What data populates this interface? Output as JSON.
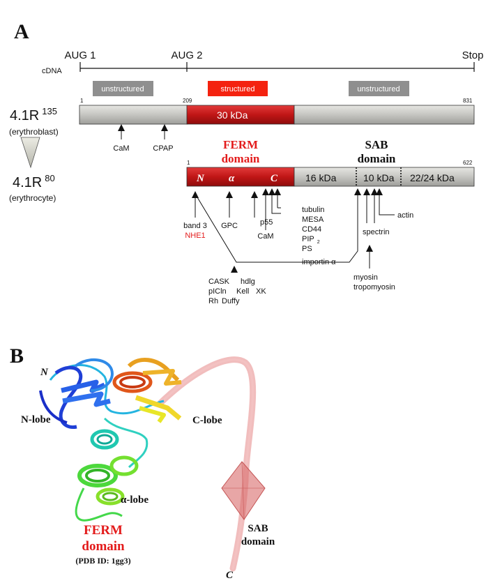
{
  "panel_a": {
    "label": "A",
    "cdna": {
      "label": "cDNA",
      "aug1": "AUG 1",
      "aug2": "AUG 2",
      "stop": "Stop"
    },
    "regions": {
      "unstructured_left": "unstructured",
      "structured": "structured",
      "unstructured_right": "unstructured"
    },
    "full_protein": {
      "name": "4.1R",
      "superscript": "135",
      "cell": "(erythroblast)",
      "start": "1",
      "split": "209",
      "end": "831",
      "core_label": "30 kDa",
      "binders": [
        "CaM",
        "CPAP"
      ]
    },
    "short_protein": {
      "name": "4.1R",
      "superscript": "80",
      "cell": "(erythrocyte)",
      "start": "1",
      "end": "622",
      "ferm_title_1": "FERM",
      "ferm_title_2": "domain",
      "sab_title_1": "SAB",
      "sab_title_2": "domain",
      "lobes": [
        "N",
        "α",
        "C"
      ],
      "segments": [
        "16 kDa",
        "10 kDa",
        "22/24 kDa"
      ]
    },
    "partners": {
      "band3": "band 3",
      "nhe1": "NHE1",
      "gpc": "GPC",
      "p55": "p55",
      "cam": "CaM",
      "tubulin_group": [
        "tubulin",
        "MESA",
        "CD44"
      ],
      "pip": "PIP",
      "pip_sub": "2",
      "ps": "PS",
      "importin": "importin α",
      "spectrin": "spectrin",
      "actin": "actin",
      "myosin": "myosin",
      "tropomyosin": "tropomyosin",
      "membrane_group": [
        "CASK",
        "hdlg",
        "pICln",
        "Kell",
        "XK",
        "Rh",
        "Duffy"
      ]
    },
    "colors": {
      "red": "#e31b1b",
      "domain_red": "#b81414",
      "grey_bar": "#c8c8c4",
      "grey_box": "#8f8f8f"
    }
  },
  "panel_b": {
    "label": "B",
    "n_term": "N",
    "c_term": "C",
    "n_lobe": "N-lobe",
    "c_lobe": "C-lobe",
    "a_lobe": "α-lobe",
    "ferm_1": "FERM",
    "ferm_2": "domain",
    "pdb": "(PDB ID: 1gg3)",
    "sab_1": "SAB",
    "sab_2": "domain"
  }
}
